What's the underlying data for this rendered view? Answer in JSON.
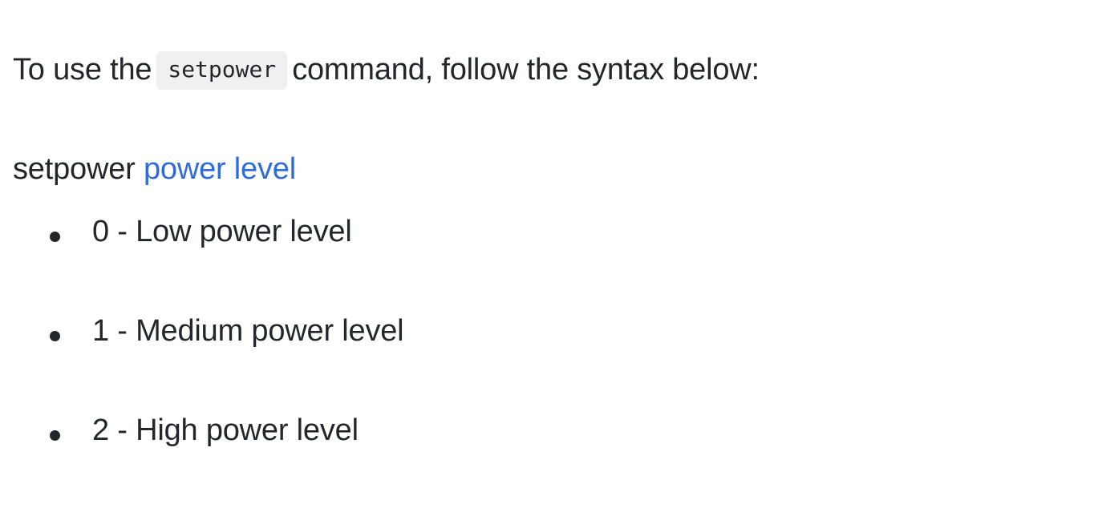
{
  "theme": {
    "background": "#ffffff",
    "text_color": "#23272c",
    "link_color": "#2f6bdd",
    "code_background": "#f0f0f1"
  },
  "intro": {
    "before_code": "To use the",
    "code": "setpower",
    "after_code": "command, follow the syntax below:"
  },
  "syntax": {
    "command": "setpower",
    "argument": "power level"
  },
  "levels": {
    "items": [
      {
        "text": "0 - Low power level"
      },
      {
        "text": "1 - Medium power level"
      },
      {
        "text": "2 - High power level"
      }
    ]
  }
}
